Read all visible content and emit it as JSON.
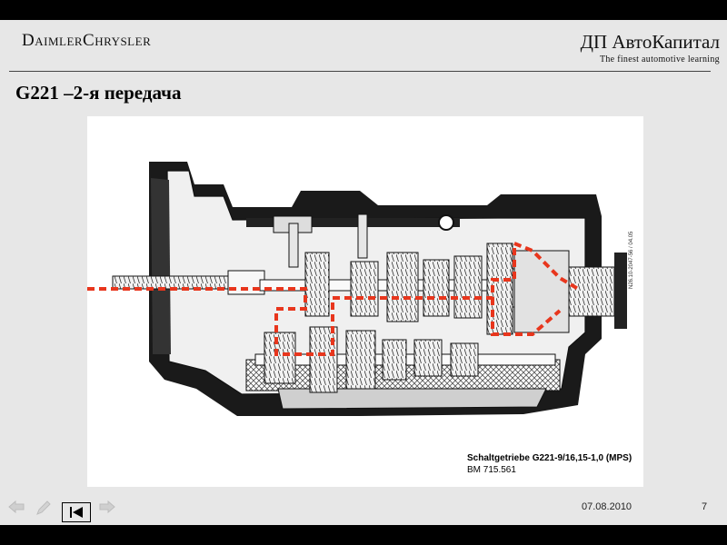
{
  "header": {
    "logo_left": "DaimlerChrysler",
    "brand": "ДП АвтоКапитал",
    "tagline": "The finest automotive learning"
  },
  "slide": {
    "title": "G221 –2-я передача"
  },
  "figure": {
    "caption_bold": "Schaltgetriebe G221-9/16,15-1,0 (MPS)",
    "caption_model": "BM 715.561",
    "side_code": "N26.10-2047-56 / 04.05",
    "power_flow_color": "#e8361d"
  },
  "footer": {
    "date": "07.08.2010",
    "page": "7"
  },
  "nav": {
    "back_icon": "arrow-left-icon",
    "pen_icon": "pen-icon",
    "first_icon": "first-page-icon",
    "forward_icon": "arrow-right-icon"
  }
}
